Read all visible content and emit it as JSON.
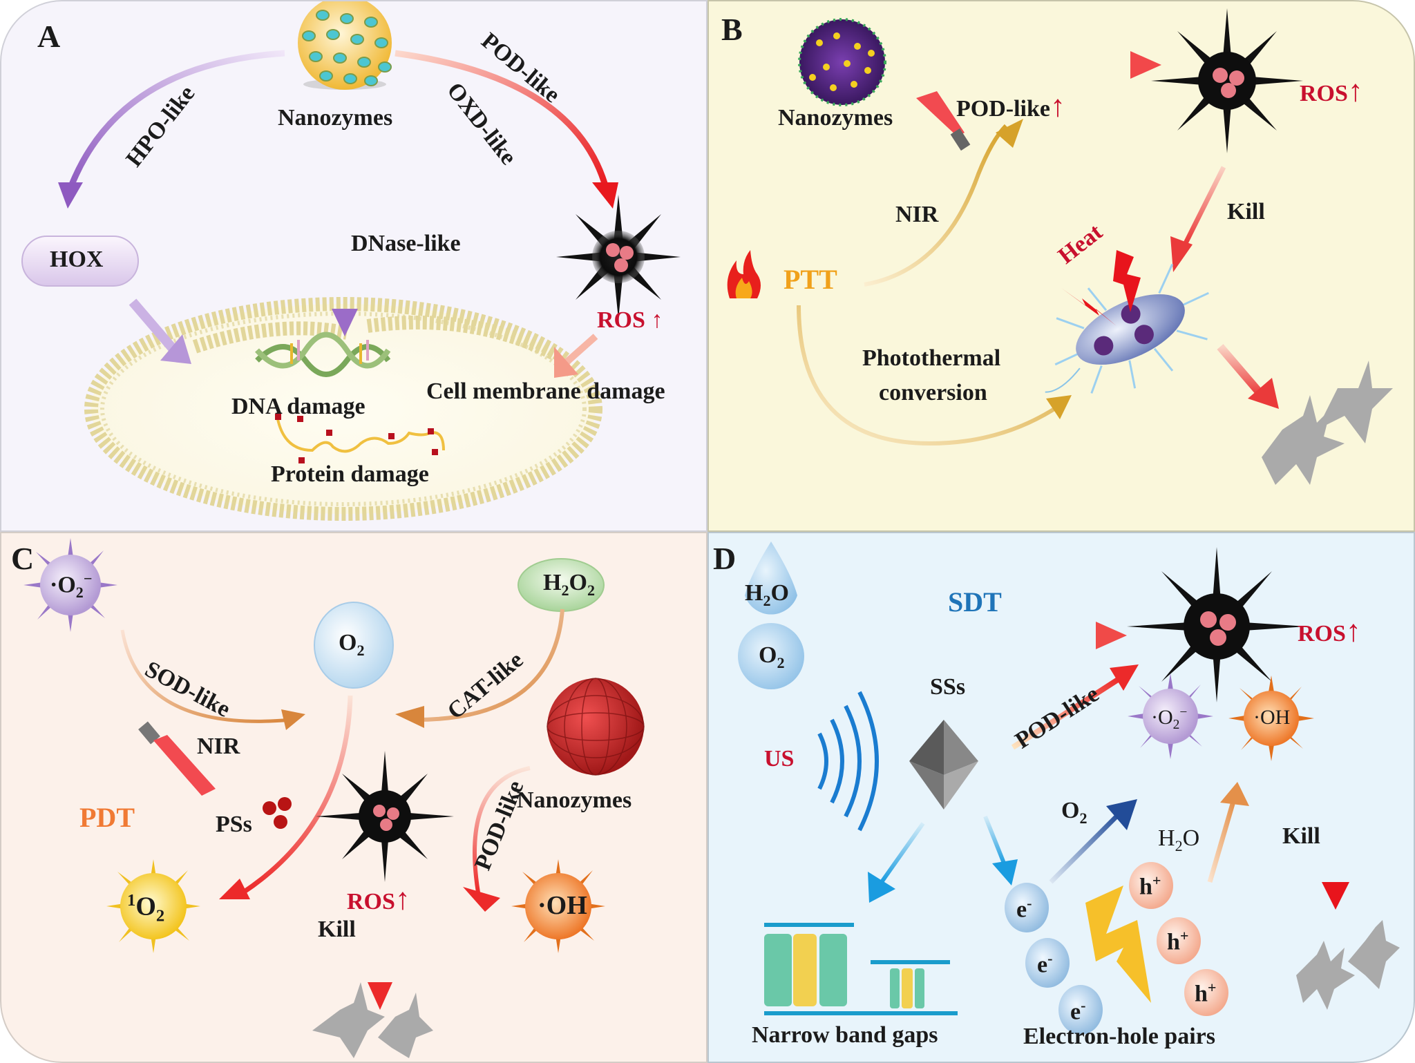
{
  "figure": {
    "panels": {
      "A": {
        "letter": "A",
        "nanozymes": "Nanozymes",
        "hpo": "HPO-like",
        "pod": "POD-like",
        "oxd": "OXD-like",
        "dnase": "DNase-like",
        "hox": "HOX",
        "ros": "ROS",
        "dna_damage": "DNA damage",
        "cell_membrane_damage": "Cell membrane damage",
        "protein_damage": "Protein damage",
        "colors": {
          "hpo_arrow": "#9b6cc8",
          "pod_arrow": "#e8282c",
          "membrane": "#e8dca0"
        }
      },
      "B": {
        "letter": "B",
        "nanozymes": "Nanozymes",
        "pod": "POD-like",
        "ros": "ROS",
        "nir": "NIR",
        "ptt": "PTT",
        "kill": "Kill",
        "heat": "Heat",
        "photothermal": "Photothermal",
        "conversion": "conversion",
        "colors": {
          "ptt": "#f0a11b",
          "heat": "#e8141c"
        }
      },
      "C": {
        "letter": "C",
        "superoxide": "·O",
        "superoxide_sub": "2",
        "superoxide_sup": "−",
        "h2o2_h": "H",
        "h2o2_sub1": "2",
        "h2o2_o": "O",
        "h2o2_sub2": "2",
        "o2": "O",
        "o2_sub": "2",
        "sod": "SOD-like",
        "cat": "CAT-like",
        "nir": "NIR",
        "pdt": "PDT",
        "pss": "PSs",
        "pod": "POD-like",
        "nanozymes": "Nanozymes",
        "singlet_sup": "1",
        "singlet_o": "O",
        "singlet_sub": "2",
        "ros": "ROS",
        "kill": "Kill",
        "oh": "·OH",
        "colors": {
          "pdt": "#f07a34"
        }
      },
      "D": {
        "letter": "D",
        "h2o_h": "H",
        "h2o_sub": "2",
        "h2o_o": "O",
        "o2": "O",
        "o2_sub": "2",
        "sdt": "SDT",
        "ros": "ROS",
        "sss": "SSs",
        "pod": "POD-like",
        "us": "US",
        "superoxide": "·O",
        "superoxide_sub": "2",
        "superoxide_sup": "−",
        "oh": "·OH",
        "o2_label": "O",
        "o2_label_sub": "2",
        "h2o_label_h": "H",
        "h2o_label_sub": "2",
        "h2o_label_o": "O",
        "kill": "Kill",
        "electron": "e",
        "electron_sup": "-",
        "hole": "h",
        "hole_sup": "+",
        "narrow_band_gaps": "Narrow band gaps",
        "electron_hole_pairs": "Electron-hole pairs",
        "colors": {
          "sdt": "#1f74b8",
          "us": "#d8141c"
        }
      }
    },
    "colors": {
      "panel_a_bg": "#f6f4fb",
      "panel_b_bg": "#faf7db",
      "panel_c_bg": "#fcf1ea",
      "panel_d_bg": "#e8f4fb",
      "ros_red": "#c8102e"
    }
  }
}
